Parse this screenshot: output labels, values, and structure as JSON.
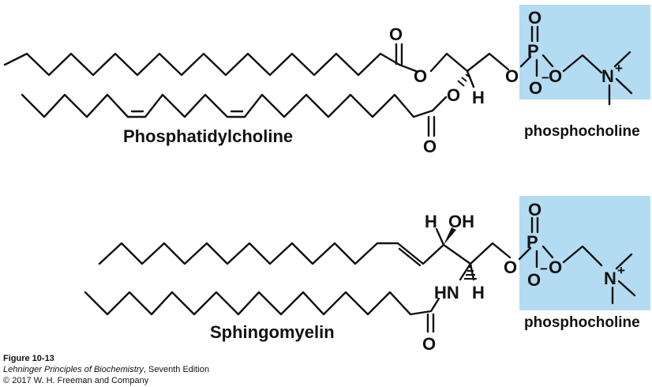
{
  "highlight_color": "#b3dcf2",
  "molecule_1": {
    "name": "Phosphatidylcholine",
    "head_group_label": "phosphocholine",
    "atoms": {
      "carbonyl_o_top": "O",
      "ester_o_top": "O",
      "ester_o_bottom": "O",
      "carbonyl_o_bottom": "O",
      "chiral_h": "H",
      "glycerol_o": "O",
      "p": "P",
      "p_double_o": "O",
      "p_minus_o": "O",
      "minus": "−",
      "choline_o": "O",
      "n": "N",
      "plus": "+"
    }
  },
  "molecule_2": {
    "name": "Sphingomyelin",
    "head_group_label": "phosphocholine",
    "atoms": {
      "h_top": "H",
      "oh": "OH",
      "hn": "HN",
      "h_bottom": "H",
      "amide_o": "O",
      "backbone_o": "O",
      "p": "P",
      "p_double_o": "O",
      "p_minus_o": "O",
      "minus": "−",
      "choline_o": "O",
      "n": "N",
      "plus": "+"
    }
  },
  "caption": {
    "figure": "Figure 10-13",
    "book": "Lehninger Principles of Biochemistry",
    "edition": ", Seventh Edition",
    "copyright": "© 2017 W. H. Freeman and Company"
  }
}
